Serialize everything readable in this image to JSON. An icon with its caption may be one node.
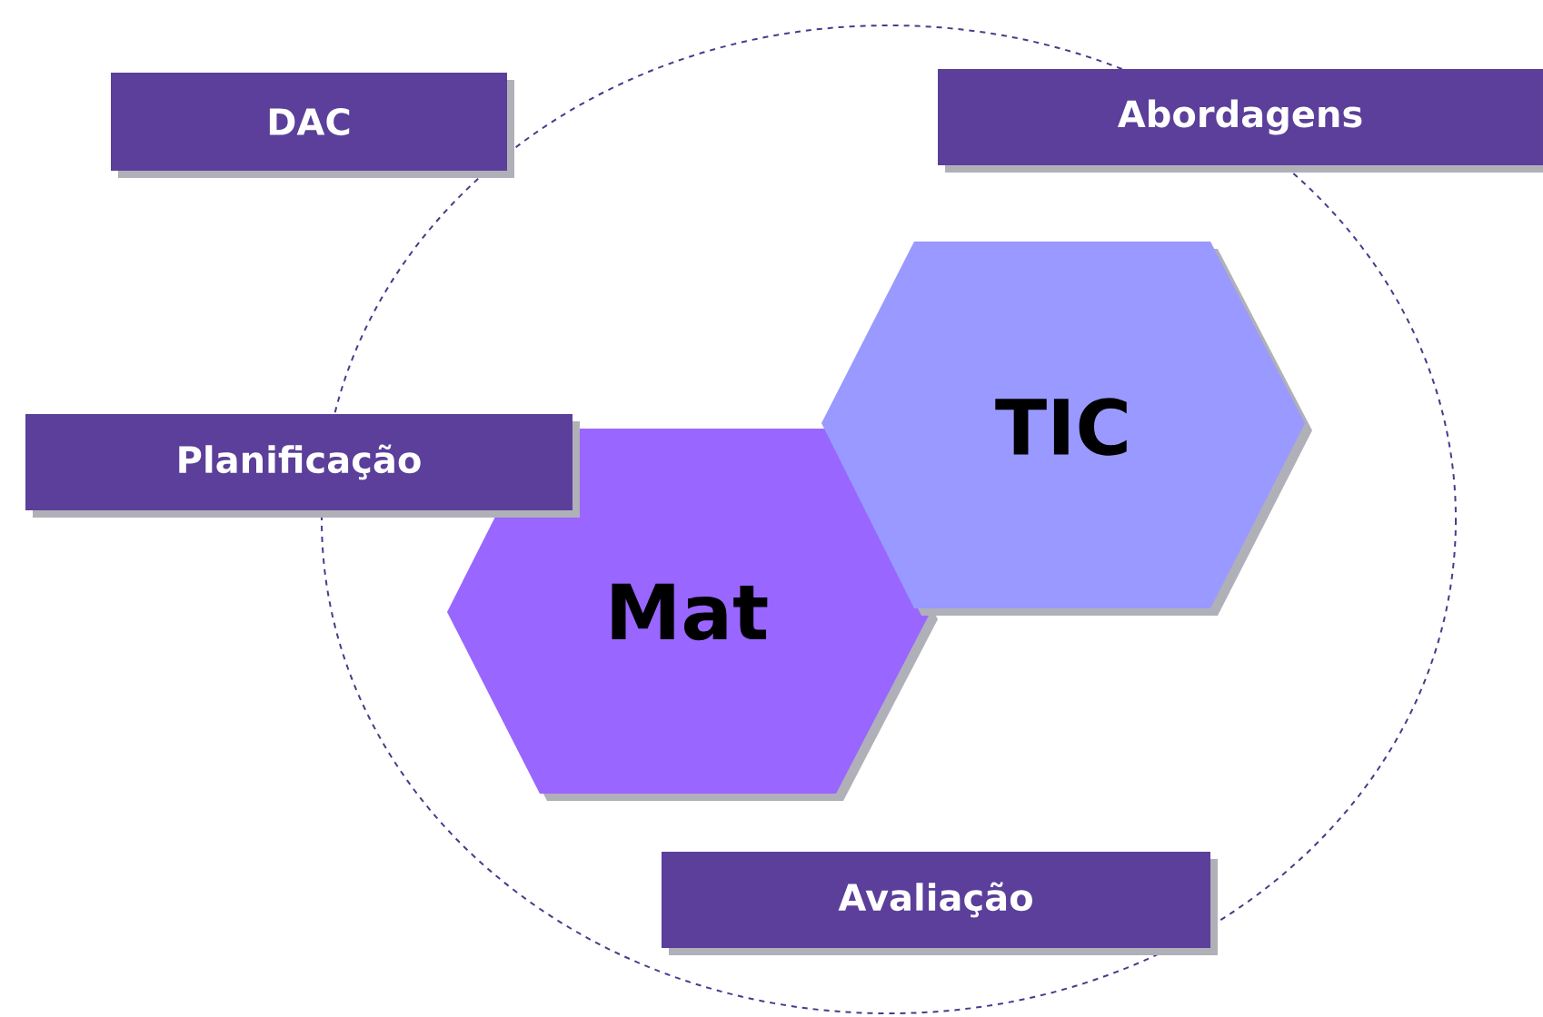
{
  "diagram": {
    "nodes": [
      {
        "text": [
          "DAC"
        ]
      },
      {
        "text": [
          "Abordagens"
        ]
      },
      {
        "text": [
          "TIC"
        ]
      },
      {
        "text": [
          "Planificação"
        ]
      },
      {
        "text": [
          "Mat"
        ]
      },
      {
        "text": [
          "Avaliação"
        ]
      }
    ]
  }
}
